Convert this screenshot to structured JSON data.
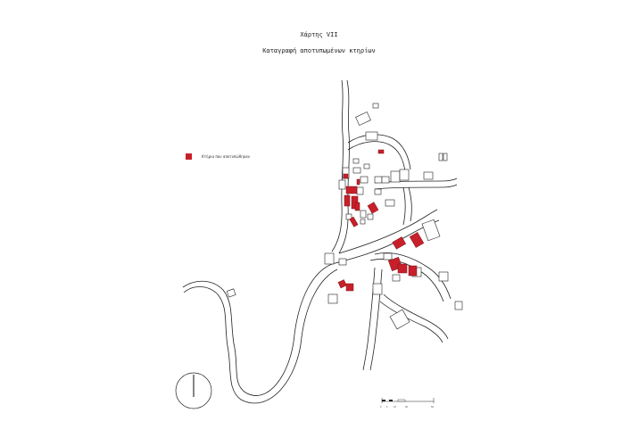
{
  "title": "Χάρτης VII",
  "subtitle": "Καταγραφή αποτυπωμένων κτηρίων",
  "legend": {
    "swatch_color": "#c8202a",
    "label": "Κτήρια που αποτυπώθηκαν"
  },
  "north_arrow": {
    "icon": "north-arrow-icon"
  },
  "scale_bar": {
    "ticks": [
      "0",
      "5",
      "10",
      "20",
      "50"
    ]
  },
  "colors": {
    "damaged_building": "#c8202a",
    "linework": "#222222"
  }
}
